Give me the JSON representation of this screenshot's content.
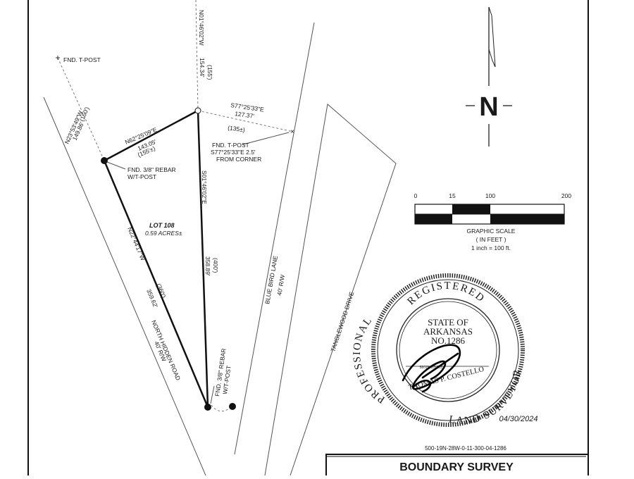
{
  "labels": {
    "fnd_tpost_nw": "FND. T-POST",
    "brg_nw": "N23°53'49\"W",
    "dist_nw": "149.86'",
    "rec_nw": "(150')",
    "brg_north": "N01°46'02\"W",
    "dist_north": "154.34'",
    "rec_north": "(155')",
    "brg_ne": "S77°25'33\"E",
    "dist_ne": "127.37'",
    "rec_ne": "(135±)",
    "brg_nbound": "N62°25'09\"E",
    "dist_nbound": "143.05'",
    "rec_nbound": "(155'±)",
    "fnd_tpost_e1": "FND. T-POST",
    "fnd_tpost_e2": "S77°25'33\"E 2.5'",
    "fnd_tpost_e3": "FROM CORNER",
    "rebar_w1": "FND. 3/8\" REBAR",
    "rebar_w2": "W/T-POST",
    "brg_east": "S01°46'02\"E",
    "lot_name": "LOT 108",
    "lot_area": "0.59 ACRES±",
    "brg_west": "N22°44'17\"W",
    "dist_west": "359.62'",
    "rec_west": "(360')",
    "dist_east": "358.89'",
    "rec_east": "(400')",
    "rebar_s1": "FND. 3/8\" REBAR",
    "rebar_s2": "W/T-POST",
    "road_west1": "NORTH HIDDEN ROAD",
    "road_west2": "40' R/W",
    "road_blue1": "BLUE BIRD LANE",
    "road_blue2": "40' R/W",
    "road_tangle": "TANGLEWOOD DRIVE"
  },
  "north_arrow": {
    "letter": "N"
  },
  "scale": {
    "ticks": [
      "0",
      "15",
      "100",
      "200"
    ],
    "title": "GRAPHIC SCALE",
    "units": "( IN FEET )",
    "ratio": "1 inch = 100 ft."
  },
  "seal": {
    "top": "REGISTERED",
    "left_arc": "PROFESSIONAL",
    "bottom_arc": "LAND SURVEYOR",
    "state1": "STATE OF",
    "state2": "ARKANSAS",
    "number": "NO.1286",
    "name": "THOMAS P. COSTELLO",
    "sig_word": "SIGNATURE",
    "date": "04/30/2024"
  },
  "parcel_id": "500-19N-28W-0-11-300-04-1286",
  "title_block": {
    "title": "BOUNDARY SURVEY"
  }
}
